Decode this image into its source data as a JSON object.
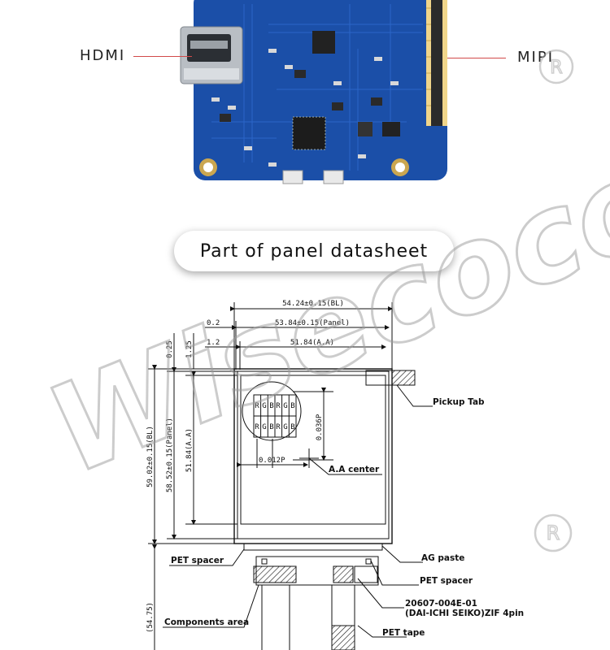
{
  "board": {
    "hdmi_label": "HDMI",
    "mipi_label": "MIPI",
    "colors": {
      "pcb": "#1b4fa8",
      "pcb_dark": "#123a82"
    }
  },
  "section_title": "Part of panel datasheet",
  "drawing": {
    "dims_top": {
      "bl_width": "54.24±0.15(BL)",
      "offset_02": "0.2",
      "panel_width": "53.84±0.15(Panel)",
      "offset_12": "1.2",
      "aa_width": "51.84(A.A)"
    },
    "dims_left": {
      "offset_025": "0.25",
      "offset_125": "1.25",
      "bl_height": "59.02±0.15(BL)",
      "panel_height": "58.52±0.15(Panel)",
      "aa_height": "51.84(A.A)",
      "bottom": "(54.75)"
    },
    "pixel": {
      "letters": [
        "R",
        "G",
        "B",
        "R",
        "G",
        "B"
      ],
      "pitch_v": "0.036P",
      "pitch_h": "0.012P"
    },
    "callouts": {
      "pickup_tab": "Pickup Tab",
      "aa_center": "A.A center",
      "pet_spacer_left": "PET spacer",
      "ag_paste": "AG paste",
      "pet_spacer_right": "PET spacer",
      "connector_line1": "20607-004E-01",
      "connector_line2": "(DAI-ICHI SEIKO)ZIF 4pin",
      "components_area": "Components area",
      "pet_tape": "PET tape"
    }
  },
  "watermark": {
    "text": "Wisecoco",
    "mark": "R"
  }
}
